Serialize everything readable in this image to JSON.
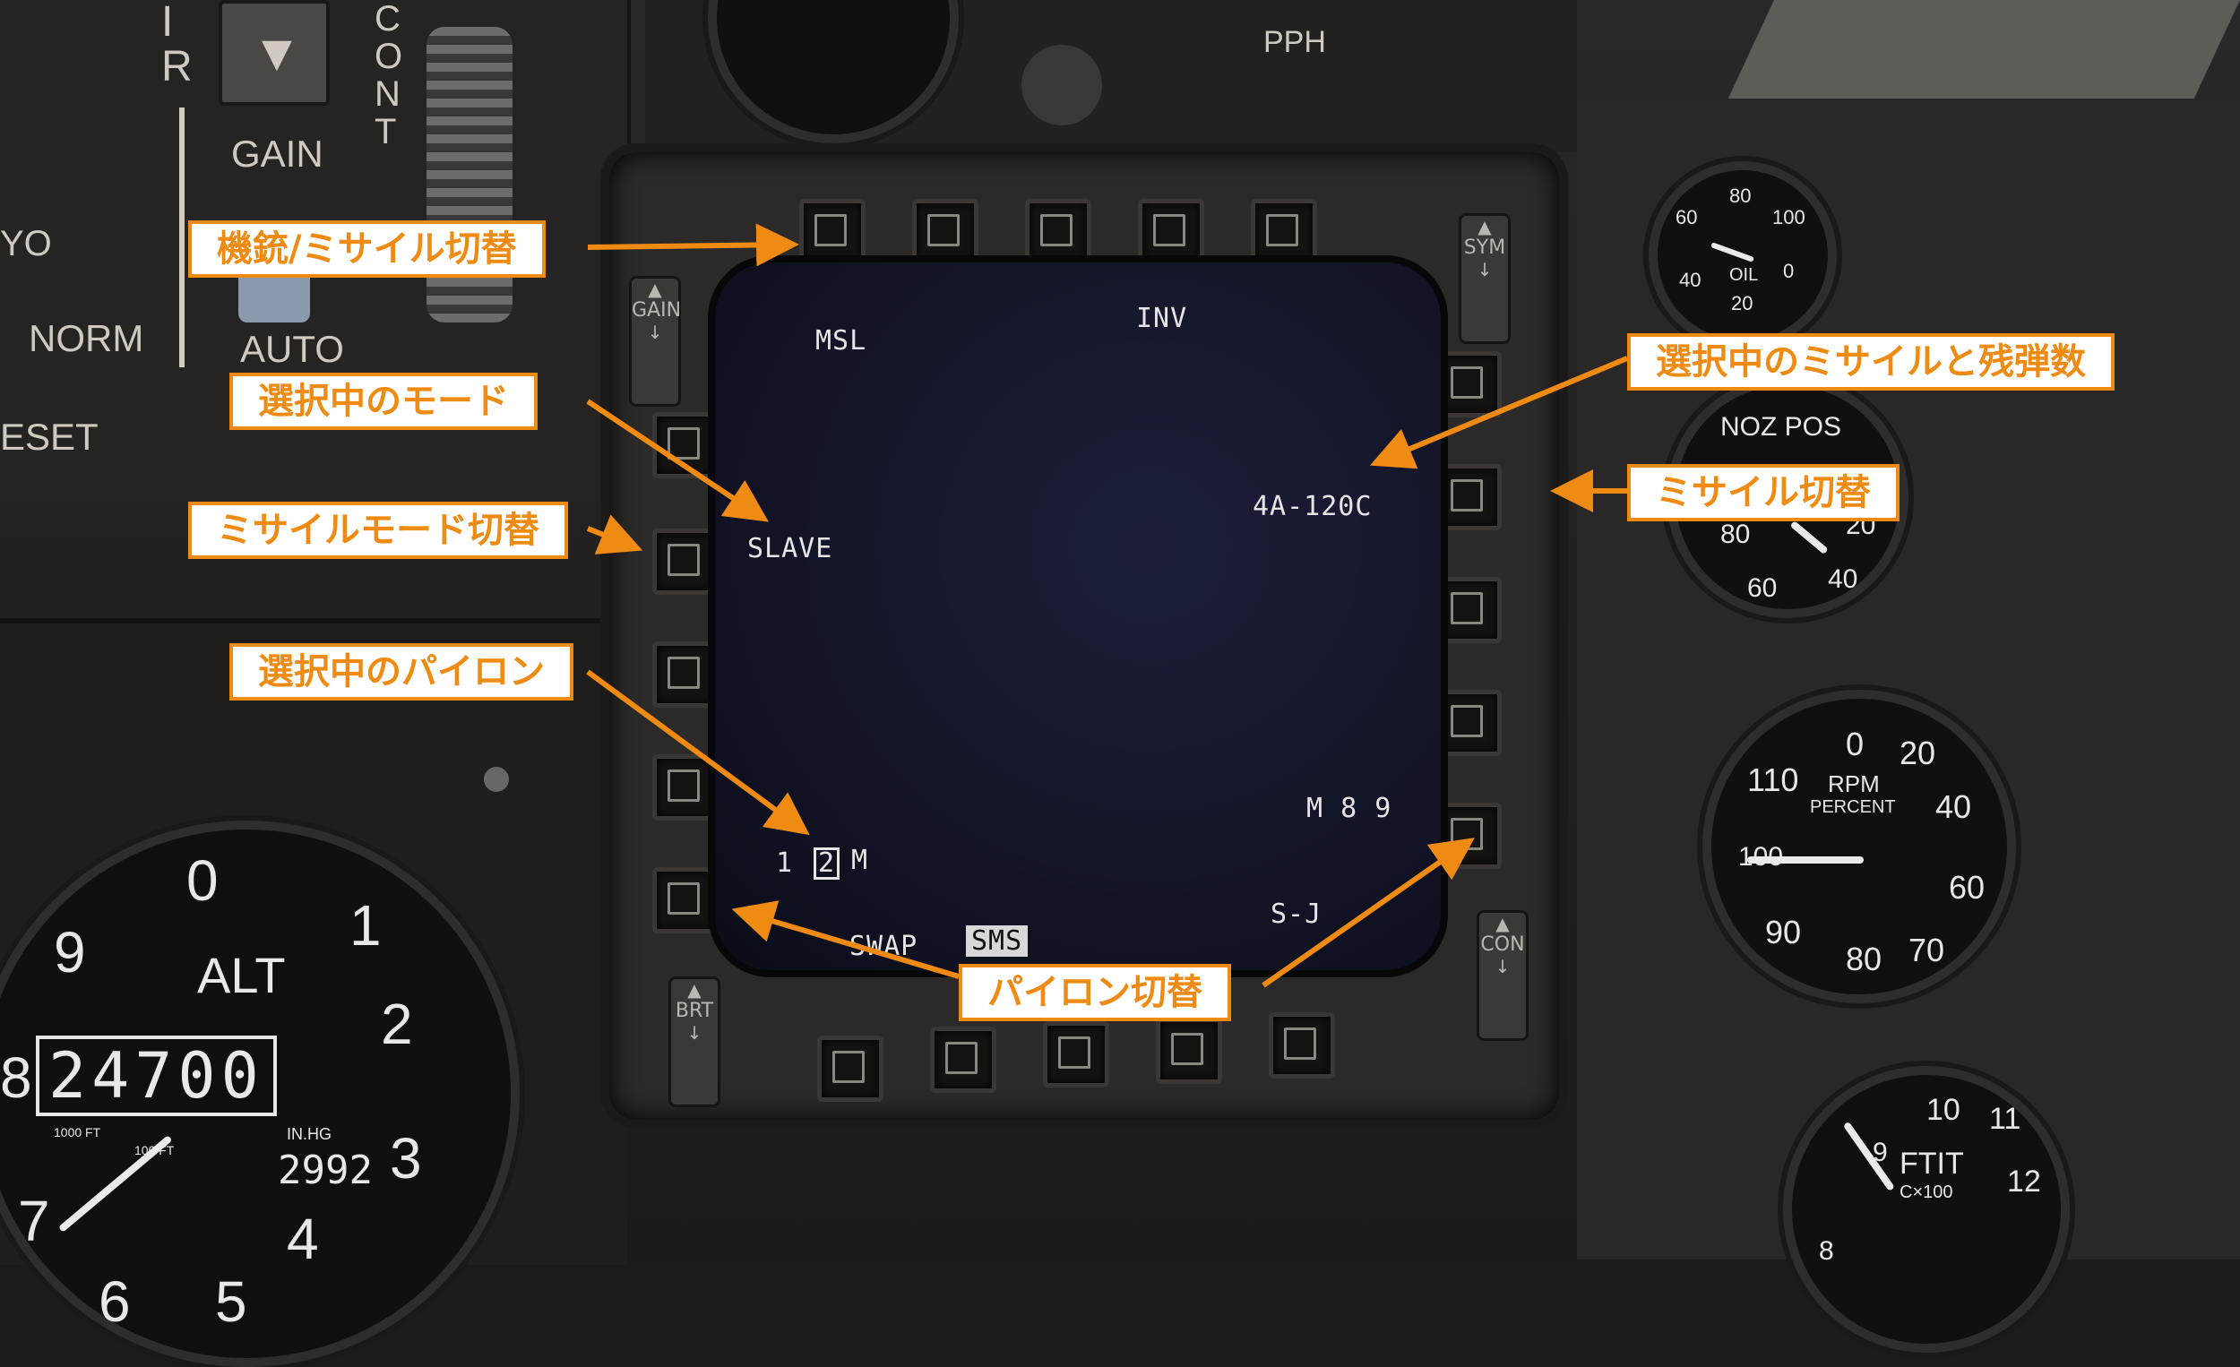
{
  "mfd": {
    "top_left_label": "MSL",
    "top_center_label": "INV",
    "left_mode_label": "SLAVE",
    "right_weapon_label": "4A-120C",
    "pylon_numbers": [
      "1",
      "2",
      "M"
    ],
    "right_lower_label": "M 8 9",
    "bottom_left_label": "SWAP",
    "bottom_page_label": "SMS",
    "bottom_right_label": "S-J",
    "rocker_labels": {
      "gain": "GAIN",
      "sym": "SYM",
      "brt": "BRT",
      "con": "CON"
    }
  },
  "callouts": {
    "gun_missile_toggle": "機銃/ミサイル切替",
    "selected_mode": "選択中のモード",
    "missile_mode_toggle": "ミサイルモード切替",
    "selected_pylon": "選択中のパイロン",
    "selected_missile_count": "選択中のミサイルと残弾数",
    "missile_toggle": "ミサイル切替",
    "pylon_toggle": "パイロン切替"
  },
  "left_panel": {
    "gain": "GAIN",
    "norm": "NORM",
    "auto": "AUTO",
    "reset_fragment": "ESET",
    "yo_fragment": "YO",
    "ir_fragment": "I R",
    "cont": "C O N T"
  },
  "top_panel": {
    "pph": "PPH"
  },
  "gauges": {
    "oil": {
      "label": "OIL",
      "ticks": [
        "60",
        "80",
        "100",
        "40",
        "0",
        "20"
      ]
    },
    "noz": {
      "label": "NOZ POS",
      "ticks": [
        "80",
        "60",
        "40",
        "20"
      ]
    },
    "rpm": {
      "label": "RPM",
      "sub": "PERCENT",
      "ticks": [
        "0",
        "20",
        "40",
        "60",
        "70",
        "80",
        "90",
        "100",
        "110"
      ]
    },
    "alt": {
      "label": "ALT",
      "readout": "24700",
      "baro": "2992",
      "baro_unit": "IN.HG",
      "unit_left": "1000 FT",
      "unit_small": "100 FT",
      "digits": [
        "0",
        "1",
        "2",
        "3",
        "4",
        "5",
        "6",
        "7",
        "8",
        "9"
      ]
    },
    "ftit": {
      "label": "FTIT",
      "sub": "C×100",
      "ticks": [
        "9",
        "10",
        "11",
        "12",
        "8"
      ]
    }
  },
  "colors": {
    "callout_border": "#ef8a12",
    "callout_text": "#ef8a12",
    "screen": "#131628"
  }
}
